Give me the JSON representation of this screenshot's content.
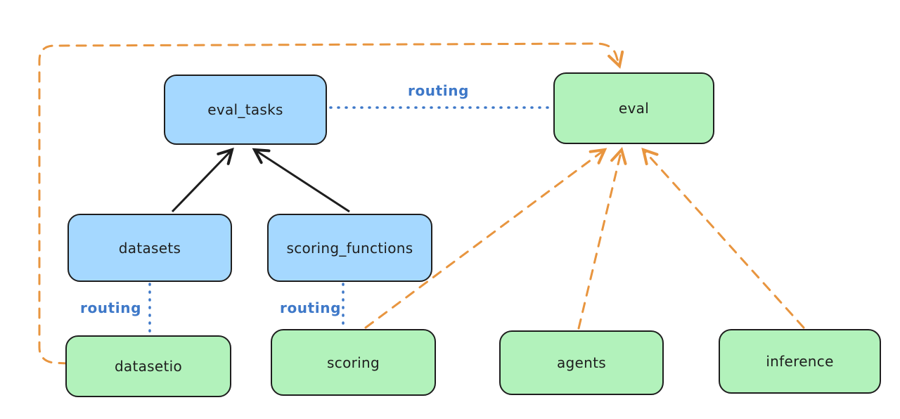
{
  "diagram": {
    "type": "architecture-diagram",
    "nodes": {
      "eval_tasks": "eval_tasks",
      "eval": "eval",
      "datasets": "datasets",
      "scoring_functions": "scoring_functions",
      "datasetio": "datasetio",
      "scoring": "scoring",
      "agents": "agents",
      "inference": "inference"
    },
    "edge_labels": {
      "eval_tasks_to_eval": "routing",
      "datasets_to_datasetio": "routing",
      "scoring_functions_to_scoring": "routing"
    },
    "edges": [
      {
        "from": "datasets",
        "to": "eval_tasks",
        "style": "solid",
        "arrow": true,
        "color": "black"
      },
      {
        "from": "scoring_functions",
        "to": "eval_tasks",
        "style": "solid",
        "arrow": true,
        "color": "black"
      },
      {
        "from": "eval_tasks",
        "to": "eval",
        "style": "dotted",
        "arrow": false,
        "color": "blue",
        "label": "routing"
      },
      {
        "from": "datasets",
        "to": "datasetio",
        "style": "dotted",
        "arrow": false,
        "color": "blue",
        "label": "routing"
      },
      {
        "from": "scoring_functions",
        "to": "scoring",
        "style": "dotted",
        "arrow": false,
        "color": "blue",
        "label": "routing"
      },
      {
        "from": "datasetio",
        "to": "eval",
        "style": "dashed",
        "arrow": true,
        "color": "orange",
        "route": "left-and-over-top"
      },
      {
        "from": "scoring",
        "to": "eval",
        "style": "dashed",
        "arrow": true,
        "color": "orange"
      },
      {
        "from": "agents",
        "to": "eval",
        "style": "dashed",
        "arrow": true,
        "color": "orange"
      },
      {
        "from": "inference",
        "to": "eval",
        "style": "dashed",
        "arrow": true,
        "color": "orange"
      }
    ],
    "colors": {
      "blue_node_fill": "#a5d8ff",
      "green_node_fill": "#b2f2bb",
      "node_stroke": "#1e1e1e",
      "black_arrow": "#1e1e1e",
      "blue_dotted_line": "#3e78c8",
      "routing_label_text": "#3e78c8",
      "orange_dashed_line": "#e8953f",
      "background": "#ffffff"
    }
  }
}
